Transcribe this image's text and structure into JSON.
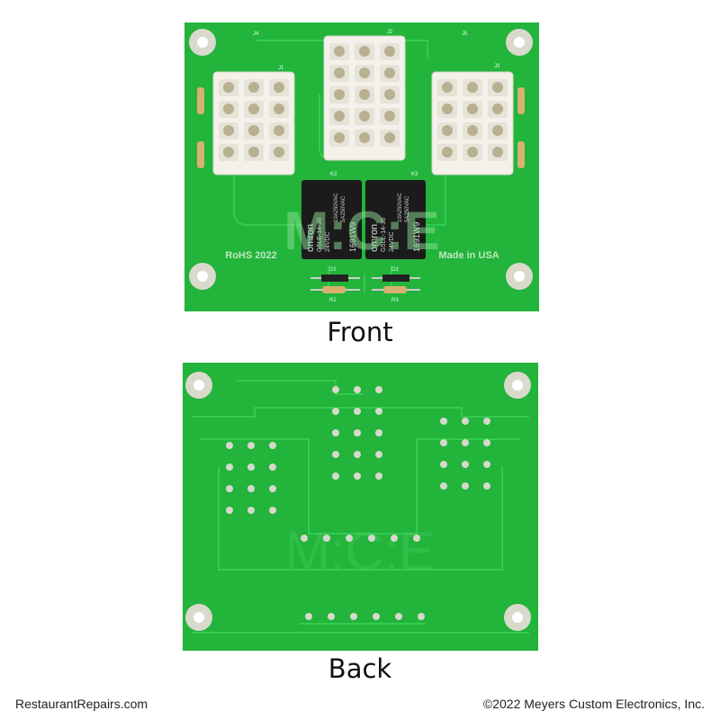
{
  "front": {
    "caption": "Front",
    "silkscreen": {
      "rohs": "RoHS 2022",
      "made_in": "Made in USA",
      "connectors": [
        "J1",
        "J2",
        "J3",
        "J4",
        "J5"
      ],
      "relays": [
        "K2",
        "K3"
      ],
      "diodes": [
        "D2",
        "D3"
      ],
      "resistors": [
        "R2",
        "R3"
      ],
      "watermark": "M:C:E"
    },
    "relay_text": {
      "brand": "omron",
      "model": "G5LE-14-36",
      "voltage": "24VDC",
      "rating1": "10A250VAC",
      "rating2": "5A250VAC",
      "code": "1691W9"
    }
  },
  "back": {
    "caption": "Back",
    "watermark": "M:C:E"
  },
  "footer": {
    "website": "RestaurantRepairs.com",
    "copyright": "©2022 Meyers Custom Electronics, Inc."
  },
  "colors": {
    "pcb": "#21b53a",
    "trace": "#2fcf4c",
    "pad": "#d8d8d0",
    "connector": "#f2f0e8",
    "relay": "#1a1a1a"
  }
}
